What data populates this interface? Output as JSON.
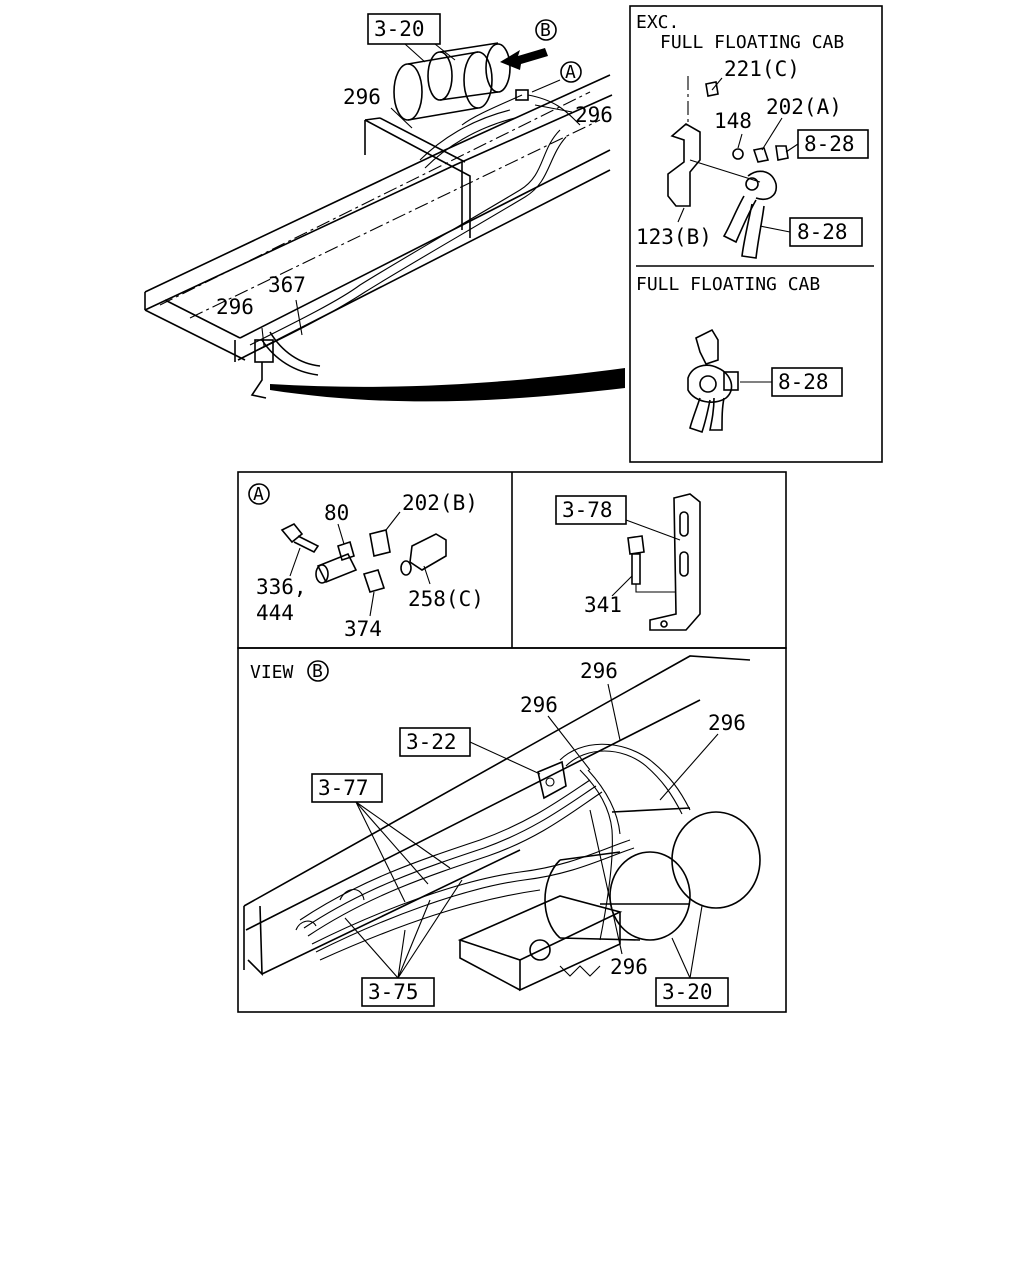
{
  "main": {
    "ref_3_20_top": "3-20",
    "view_b_marker": "B",
    "detail_a_marker": "A",
    "p296_a": "296",
    "p296_b": "296",
    "p296_c": "296",
    "p367": "367"
  },
  "inset_exc": {
    "title_line1": "EXC.",
    "title_line2": "FULL FLOATING CAB",
    "p221c": "221(C)",
    "p202a": "202(A)",
    "p148": "148",
    "ref_8_28_a": "8-28",
    "ref_8_28_b": "8-28",
    "p123b": "123(B)"
  },
  "inset_ffc": {
    "title": "FULL FLOATING CAB",
    "ref_8_28": "8-28"
  },
  "detail_a": {
    "marker": "A",
    "p80": "80",
    "p202b": "202(B)",
    "p336": "336,",
    "p444": "444",
    "p374": "374",
    "p258c": "258(C)"
  },
  "bracket": {
    "ref_3_78": "3-78",
    "p341": "341"
  },
  "view_b": {
    "title": "VIEW",
    "marker": "B",
    "p296_1": "296",
    "p296_2": "296",
    "p296_3": "296",
    "p296_4": "296",
    "ref_3_22": "3-22",
    "ref_3_77": "3-77",
    "ref_3_75": "3-75",
    "ref_3_20": "3-20"
  }
}
